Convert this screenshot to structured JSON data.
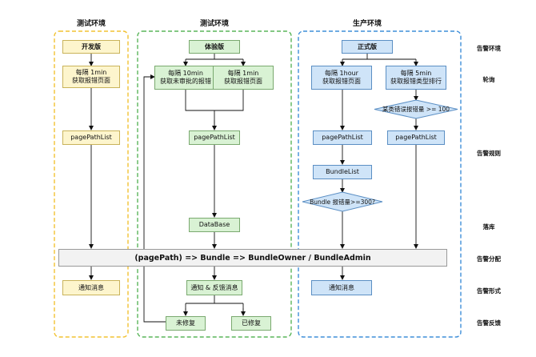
{
  "columns": {
    "test": "测试环境",
    "trial": "测试环境",
    "prod": "生产环境"
  },
  "row_labels": [
    "告警环境",
    "轮询",
    "告警规则",
    "落库",
    "告警分配",
    "告警形式",
    "告警反馈"
  ],
  "test_env": {
    "version": "开发版",
    "poll": "每隔 1min\n获取报错页面",
    "list": "pagePathList",
    "notify": "通知消息"
  },
  "trial_env": {
    "version": "体验版",
    "poll_a": "每隔 10min\n获取未审批的报错",
    "poll_b": "每隔 1min\n获取报错页面",
    "list": "pagePathList",
    "db": "DataBase",
    "notify": "通知 & 反馈消息",
    "unfixed": "未修复",
    "fixed": "已修复"
  },
  "prod_env": {
    "version": "正式版",
    "poll_a": "每隔 1hour\n获取报错页面",
    "poll_b": "每隔 5min\n获取报错类型排行",
    "cond_type": "某类错误报错量 >= 100",
    "list_a": "pagePathList",
    "list_b": "pagePathList",
    "bundle_list": "BundleList",
    "cond_bundle": "Bundle 报错量>=300?",
    "notify": "通知消息"
  },
  "assignment_bar": "(pagePath) => Bundle => BundleOwner / BundleAdmin",
  "colors": {
    "test_border": "#f2c232",
    "trial_border": "#5ab55a",
    "prod_border": "#3f8fd9",
    "yellow_fill": "#fdf5cd",
    "green_fill": "#d9f2d4",
    "blue_fill": "#cfe4f8"
  }
}
